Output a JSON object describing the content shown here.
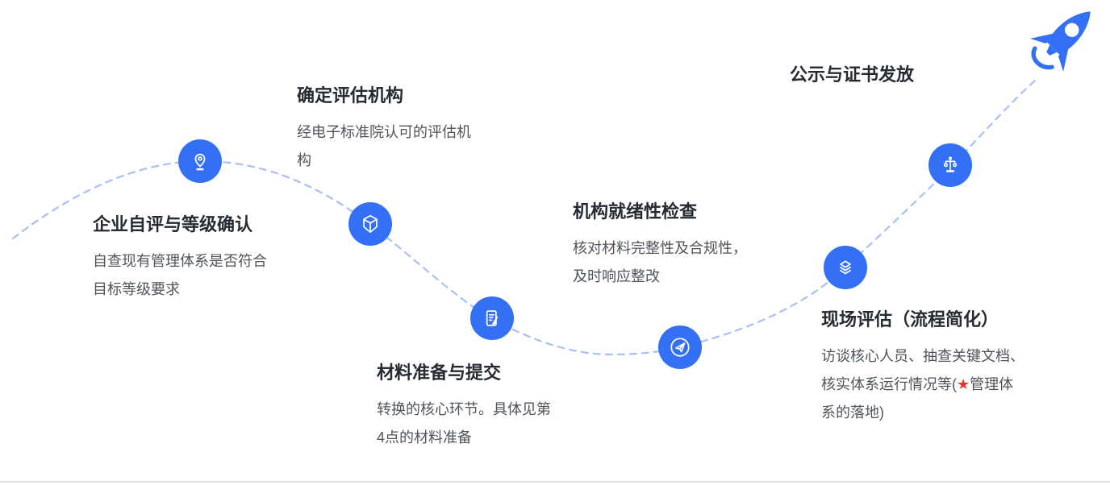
{
  "diagram": {
    "accent_color": "#3370f5",
    "dash_color": "#a7c0f8",
    "star_color": "#e8332a",
    "steps": [
      {
        "title": "企业自评与等级确认",
        "icon": "location-pin",
        "lines": {
          "l1": "自查现有管理体系是否符合",
          "l2": "目标等级要求"
        }
      },
      {
        "title": "确定评估机构",
        "icon": "cube",
        "lines": {
          "l1": "经电子标准院认可的评估机",
          "l2": "构"
        }
      },
      {
        "title": "材料准备与提交",
        "icon": "document-edit",
        "lines": {
          "l1": "转换的核心环节。具体见第",
          "l2": "4点的材料准备"
        }
      },
      {
        "title": "机构就绪性检查",
        "icon": "paper-plane",
        "lines": {
          "l1": "核对材料完整性及合规性，",
          "l2": "及时响应整改"
        }
      },
      {
        "title": "现场评估（流程简化）",
        "icon": "layers",
        "lines": {
          "l1": "访谈核心人员、抽查关键文档、",
          "l2a": "核实体系运行情况等(",
          "star": "★",
          "l2b": "管理体",
          "l3": "系的落地)"
        }
      },
      {
        "title": "公示与证书发放",
        "icon": "scales"
      }
    ]
  }
}
